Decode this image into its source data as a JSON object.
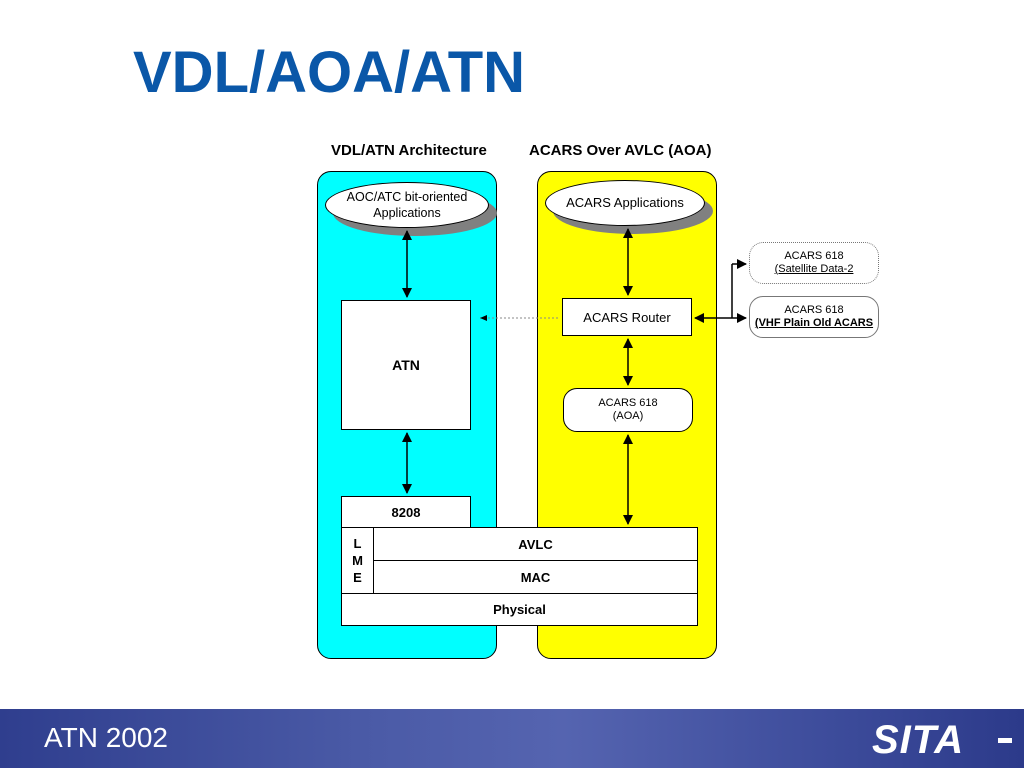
{
  "slide": {
    "title": "VDL/AOA/ATN",
    "footer_label": "ATN 2002",
    "logo_text": "SITA"
  },
  "columns": {
    "left_header": "VDL/ATN Architecture",
    "right_header": "ACARS Over AVLC (AOA)"
  },
  "left_stack": {
    "app_line1": "AOC/ATC bit-oriented",
    "app_line2": "Applications",
    "atn": "ATN",
    "b8208": "8208"
  },
  "right_stack": {
    "app": "ACARS Applications",
    "router": "ACARS Router",
    "aoa_line1": "ACARS 618",
    "aoa_line2": "(AOA)"
  },
  "side_boxes": {
    "satellite_line1": "ACARS 618",
    "satellite_line2": "(Satellite Data-2",
    "vhf_line1": "ACARS 618",
    "vhf_line2": "(VHF Plain Old ACARS"
  },
  "shared_layers": {
    "lme_l": "L",
    "lme_m": "M",
    "lme_e": "E",
    "avlc": "AVLC",
    "mac": "MAC",
    "physical": "Physical"
  },
  "colors": {
    "title": "#0a57a8",
    "left_panel": "#00ffff",
    "right_panel": "#ffff00",
    "footer": "#3f4f9f"
  }
}
